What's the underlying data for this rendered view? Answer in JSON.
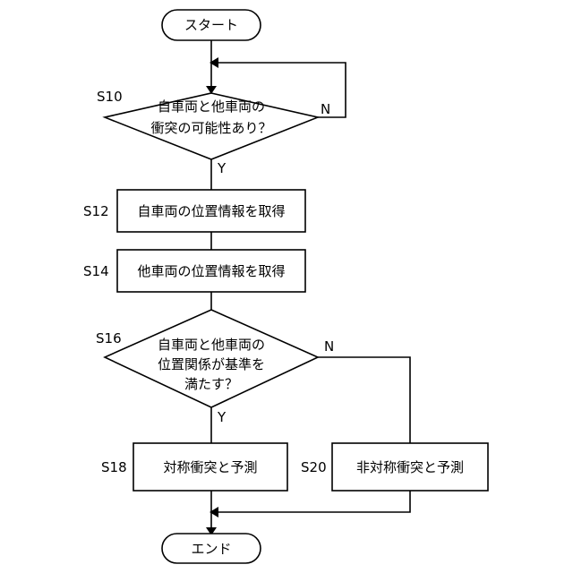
{
  "start": {
    "label": "スタート"
  },
  "s10": {
    "step": "S10",
    "line1": "自車両と他車両の",
    "line2": "衝突の可能性あり？",
    "no": "N",
    "yes": "Y"
  },
  "s12": {
    "step": "S12",
    "label": "自車両の位置情報を取得"
  },
  "s14": {
    "step": "S14",
    "label": "他車両の位置情報を取得"
  },
  "s16": {
    "step": "S16",
    "line1": "自車両と他車両の",
    "line2": "位置関係が基準を",
    "line3": "満たす？",
    "no": "N",
    "yes": "Y"
  },
  "s18": {
    "step": "S18",
    "label": "対称衝突と予測"
  },
  "s20": {
    "step": "S20",
    "label": "非対称衝突と予測"
  },
  "end": {
    "label": "エンド"
  }
}
